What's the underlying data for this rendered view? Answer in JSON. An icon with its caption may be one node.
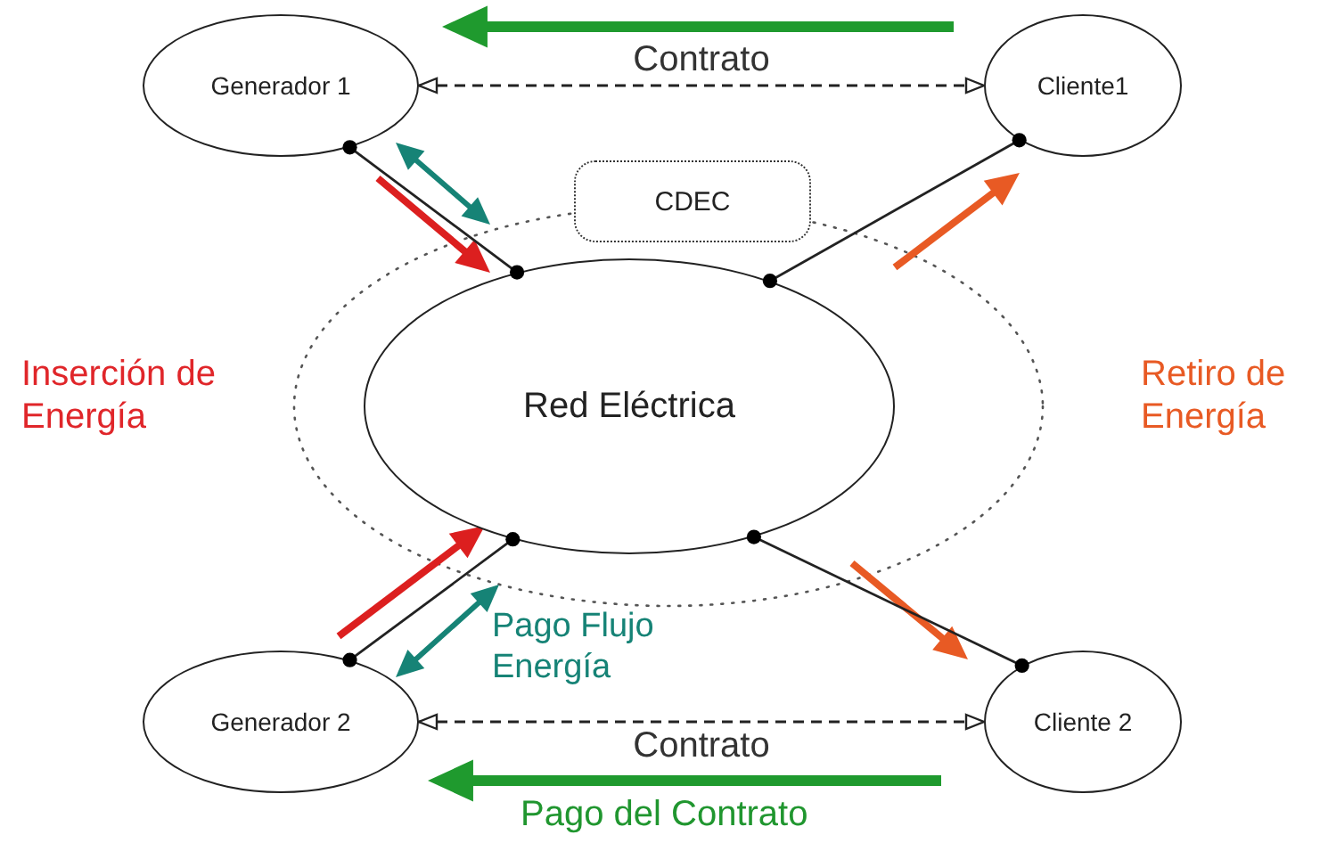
{
  "diagram": {
    "nodes": [
      {
        "text": [
          "Generador 1"
        ]
      },
      {
        "text": [
          "Cliente1"
        ]
      },
      {
        "text": [
          "CDEC"
        ]
      },
      {
        "text": [
          "Red Eléctrica"
        ]
      },
      {
        "text": [
          "Generador 2"
        ]
      },
      {
        "text": [
          "Cliente 2"
        ]
      }
    ],
    "edges": [
      {
        "from": 0,
        "to": 1,
        "arrow": "both",
        "label": "Contrato",
        "style": "dashed"
      },
      {
        "from": 0,
        "to": 3,
        "arrow": "other"
      },
      {
        "from": 1,
        "to": 3,
        "arrow": "other"
      },
      {
        "from": 4,
        "to": 3,
        "arrow": "other"
      },
      {
        "from": 5,
        "to": 3,
        "arrow": "other"
      },
      {
        "from": 4,
        "to": 5,
        "arrow": "both",
        "label": "Contrato",
        "style": "dashed"
      }
    ],
    "labels": [
      "Inserción de Energía",
      "Retiro de Energía",
      "Pago Flujo Energía",
      "Pago del Contrato"
    ]
  }
}
